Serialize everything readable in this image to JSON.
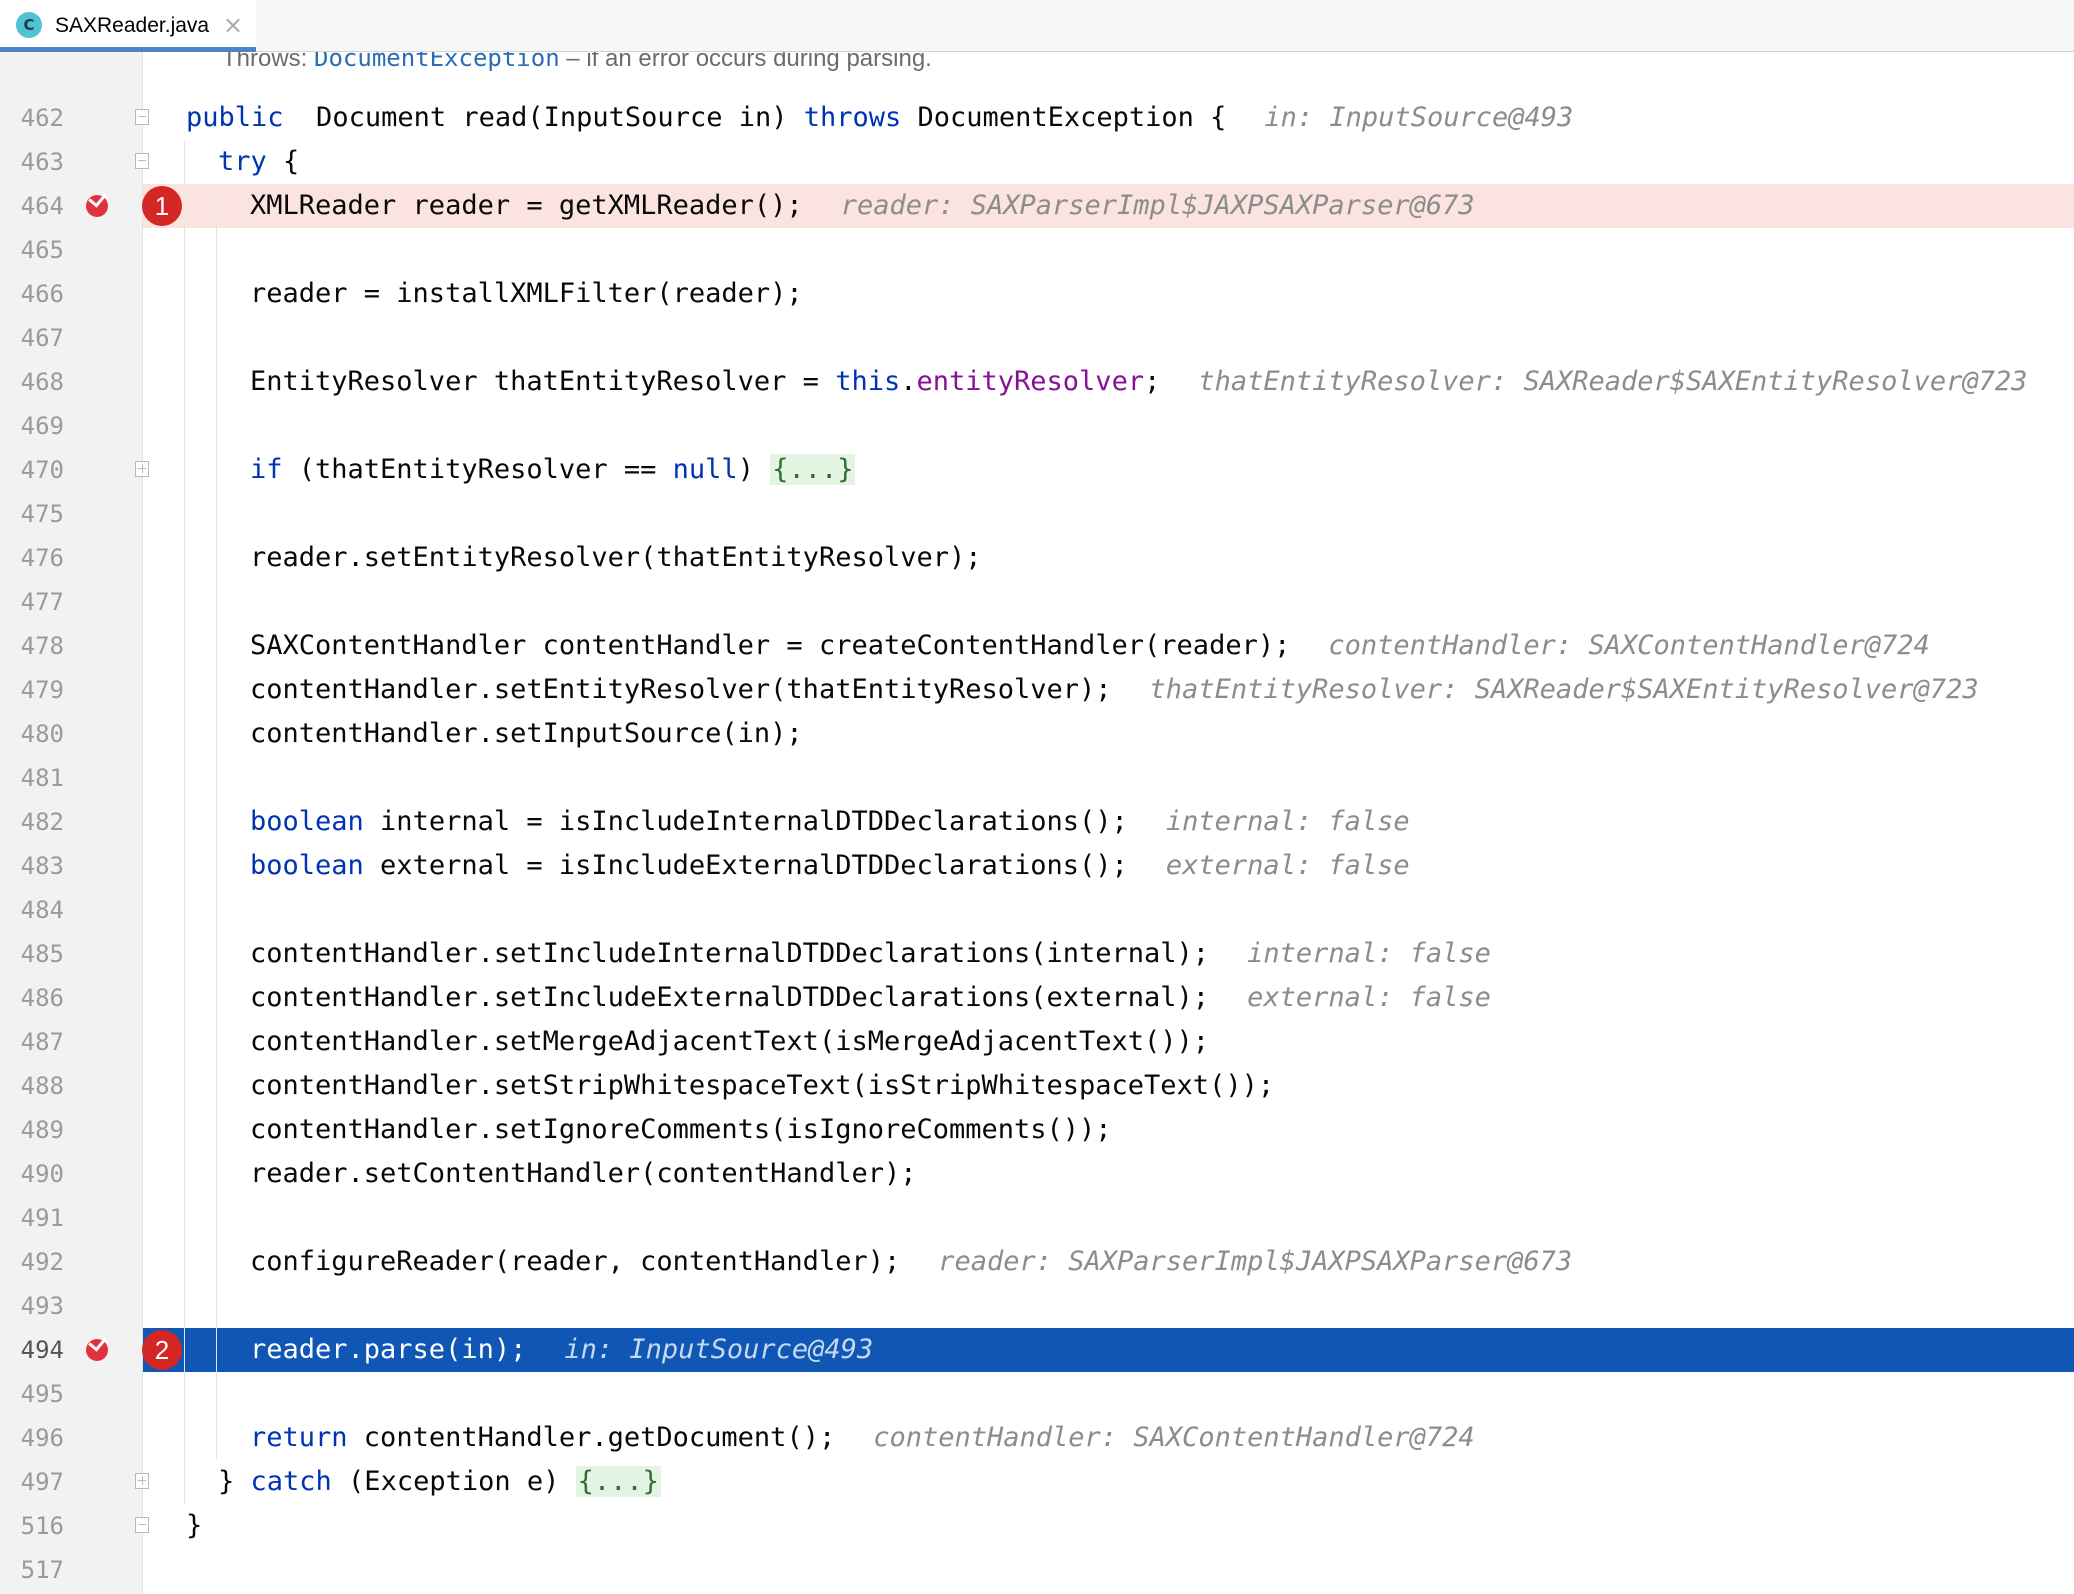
{
  "tab": {
    "icon_letter": "C",
    "label": "SAXReader.java",
    "close": "×"
  },
  "doc": {
    "prefix": "Throws: ",
    "link": "DocumentException",
    "suffix": " – if an error occurs during parsing."
  },
  "lines": [
    {
      "num": "462",
      "indent": 0,
      "fold": "open",
      "tokens": [
        [
          "kw",
          "public"
        ],
        [
          "",
          "  Document "
        ],
        [
          "mth",
          "read"
        ],
        [
          "",
          "(InputSource in) "
        ],
        [
          "kw",
          "throws"
        ],
        [
          "",
          " DocumentException {"
        ]
      ],
      "hint": "in: InputSource@493"
    },
    {
      "num": "463",
      "indent": 1,
      "fold": "open",
      "tokens": [
        [
          "kw",
          "try"
        ],
        [
          "",
          " {"
        ]
      ]
    },
    {
      "num": "464",
      "indent": 2,
      "bp": "red",
      "badge": "1",
      "tokens": [
        [
          "",
          "XMLReader reader = getXMLReader();"
        ]
      ],
      "hint": "reader: SAXParserImpl$JAXPSAXParser@673"
    },
    {
      "num": "465",
      "indent": 2,
      "tokens": []
    },
    {
      "num": "466",
      "indent": 2,
      "tokens": [
        [
          "",
          "reader = installXMLFilter(reader);"
        ]
      ]
    },
    {
      "num": "467",
      "indent": 2,
      "tokens": []
    },
    {
      "num": "468",
      "indent": 2,
      "tokens": [
        [
          "",
          "EntityResolver thatEntityResolver = "
        ],
        [
          "kw",
          "this"
        ],
        [
          "",
          "."
        ],
        [
          "fld",
          "entityResolver"
        ],
        [
          "",
          ";"
        ]
      ],
      "hint": "thatEntityResolver: SAXReader$SAXEntityResolver@723"
    },
    {
      "num": "469",
      "indent": 2,
      "tokens": []
    },
    {
      "num": "470",
      "indent": 2,
      "fold": "collapsed",
      "tokens": [
        [
          "kw",
          "if"
        ],
        [
          "",
          " (thatEntityResolver == "
        ],
        [
          "kw",
          "null"
        ],
        [
          "",
          ") "
        ],
        [
          "folded",
          "{...}"
        ]
      ]
    },
    {
      "num": "475",
      "indent": 2,
      "tokens": []
    },
    {
      "num": "476",
      "indent": 2,
      "tokens": [
        [
          "",
          "reader.setEntityResolver(thatEntityResolver);"
        ]
      ]
    },
    {
      "num": "477",
      "indent": 2,
      "tokens": []
    },
    {
      "num": "478",
      "indent": 2,
      "tokens": [
        [
          "",
          "SAXContentHandler contentHandler = createContentHandler(reader);"
        ]
      ],
      "hint": "contentHandler: SAXContentHandler@724"
    },
    {
      "num": "479",
      "indent": 2,
      "tokens": [
        [
          "",
          "contentHandler.setEntityResolver(thatEntityResolver);"
        ]
      ],
      "hint": "thatEntityResolver: SAXReader$SAXEntityResolver@723"
    },
    {
      "num": "480",
      "indent": 2,
      "tokens": [
        [
          "",
          "contentHandler.setInputSource(in);"
        ]
      ]
    },
    {
      "num": "481",
      "indent": 2,
      "tokens": []
    },
    {
      "num": "482",
      "indent": 2,
      "tokens": [
        [
          "kw",
          "boolean"
        ],
        [
          "",
          " internal = isIncludeInternalDTDDeclarations();"
        ]
      ],
      "hint": "internal: false"
    },
    {
      "num": "483",
      "indent": 2,
      "tokens": [
        [
          "kw",
          "boolean"
        ],
        [
          "",
          " external = isIncludeExternalDTDDeclarations();"
        ]
      ],
      "hint": "external: false"
    },
    {
      "num": "484",
      "indent": 2,
      "tokens": []
    },
    {
      "num": "485",
      "indent": 2,
      "tokens": [
        [
          "",
          "contentHandler.setIncludeInternalDTDDeclarations(internal);"
        ]
      ],
      "hint": "internal: false"
    },
    {
      "num": "486",
      "indent": 2,
      "tokens": [
        [
          "",
          "contentHandler.setIncludeExternalDTDDeclarations(external);"
        ]
      ],
      "hint": "external: false"
    },
    {
      "num": "487",
      "indent": 2,
      "tokens": [
        [
          "",
          "contentHandler.setMergeAdjacentText(isMergeAdjacentText());"
        ]
      ]
    },
    {
      "num": "488",
      "indent": 2,
      "tokens": [
        [
          "",
          "contentHandler.setStripWhitespaceText(isStripWhitespaceText());"
        ]
      ]
    },
    {
      "num": "489",
      "indent": 2,
      "tokens": [
        [
          "",
          "contentHandler.setIgnoreComments(isIgnoreComments());"
        ]
      ]
    },
    {
      "num": "490",
      "indent": 2,
      "tokens": [
        [
          "",
          "reader.setContentHandler(contentHandler);"
        ]
      ]
    },
    {
      "num": "491",
      "indent": 2,
      "tokens": []
    },
    {
      "num": "492",
      "indent": 2,
      "tokens": [
        [
          "",
          "configureReader(reader, contentHandler);"
        ]
      ],
      "hint": "reader: SAXParserImpl$JAXPSAXParser@673"
    },
    {
      "num": "493",
      "indent": 2,
      "tokens": []
    },
    {
      "num": "494",
      "indent": 2,
      "bp": "current",
      "badge": "2",
      "tokens": [
        [
          "",
          "reader.parse(in);"
        ]
      ],
      "hint": "in: InputSource@493"
    },
    {
      "num": "495",
      "indent": 2,
      "tokens": []
    },
    {
      "num": "496",
      "indent": 2,
      "tokens": [
        [
          "kw",
          "return"
        ],
        [
          "",
          " contentHandler.getDocument();"
        ]
      ],
      "hint": "contentHandler: SAXContentHandler@724"
    },
    {
      "num": "497",
      "indent": 1,
      "fold": "collapsed",
      "tokens": [
        [
          "",
          "} "
        ],
        [
          "kw",
          "catch"
        ],
        [
          "",
          " (Exception e) "
        ],
        [
          "folded",
          "{...}"
        ]
      ]
    },
    {
      "num": "516",
      "indent": 0,
      "fold": "open",
      "tokens": [
        [
          "",
          "}"
        ]
      ]
    },
    {
      "num": "517",
      "indent": 0,
      "tokens": []
    }
  ]
}
